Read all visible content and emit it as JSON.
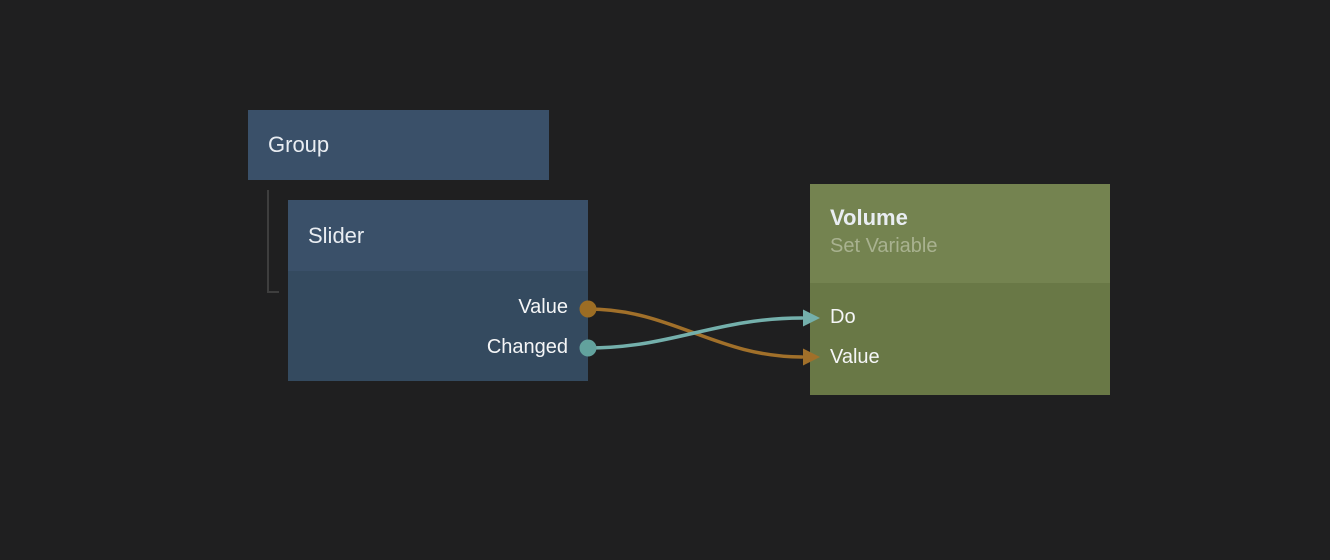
{
  "canvas": {
    "background": "#1f1f20"
  },
  "colors": {
    "blue_header": "#3a5069",
    "blue_body": "#344a5f",
    "green_header": "#748350",
    "green_body": "#697846",
    "title_text": "#e9edf2",
    "subtitle_text": "#a9b290",
    "port_label_text": "#f5f6f7",
    "wire_orange": "#a1702a",
    "wire_teal": "#74b0ac",
    "port_orange": "#9c6d24",
    "port_teal": "#62a29d",
    "tree_line": "#3e3e3e"
  },
  "nodes": {
    "group": {
      "title": "Group"
    },
    "slider": {
      "title": "Slider",
      "outputs": [
        {
          "label": "Value",
          "port_color": "#9c6d24"
        },
        {
          "label": "Changed",
          "port_color": "#62a29d"
        }
      ]
    },
    "volume": {
      "title": "Volume",
      "subtitle": "Set Variable",
      "inputs": [
        {
          "label": "Do",
          "port_color": "#74b0ac"
        },
        {
          "label": "Value",
          "port_color": "#a1702a"
        }
      ]
    }
  },
  "wires": [
    {
      "from": "Slider.Value",
      "to": "Volume.Value",
      "color": "#a1702a"
    },
    {
      "from": "Slider.Changed",
      "to": "Volume.Do",
      "color": "#74b0ac"
    }
  ]
}
